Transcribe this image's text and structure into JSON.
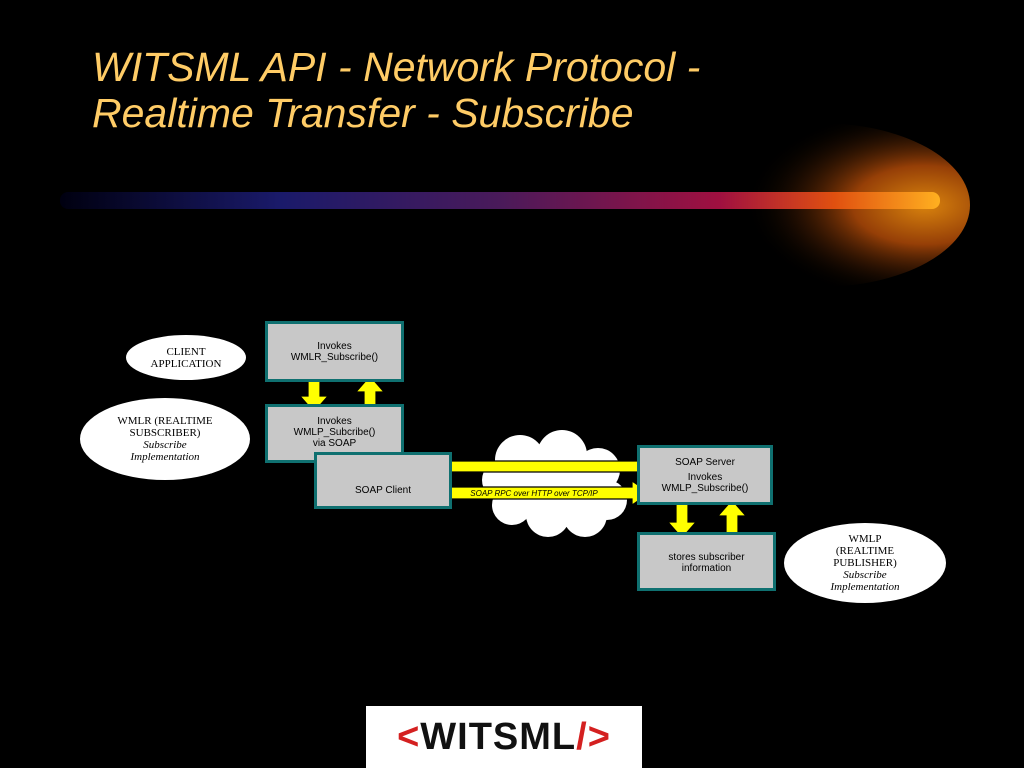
{
  "slide": {
    "title_line1": "WITSML API - Network Protocol -",
    "title_line2": "Realtime Transfer - Subscribe"
  },
  "ovals": {
    "client_app": {
      "line1": "CLIENT",
      "line2": "APPLICATION"
    },
    "wmlr": {
      "line1": "WMLR (REALTIME",
      "line2": "SUBSCRIBER)",
      "line3": "Subscribe",
      "line4": "Implementation"
    },
    "wmlp": {
      "line1": "WMLP",
      "line2": "(REALTIME",
      "line3": "PUBLISHER)",
      "line4": "Subscribe",
      "line5": "Implementation"
    }
  },
  "boxes": {
    "invokes_wmlr": {
      "line1": "Invokes",
      "line2": "WMLR_Subscribe()"
    },
    "invokes_wmlp_soap": {
      "line1": "Invokes",
      "line2": "WMLP_Subcribe()",
      "line3": "via SOAP"
    },
    "soap_client": {
      "line1": "SOAP Client"
    },
    "soap_server": {
      "line1": "SOAP Server",
      "line2": "Invokes",
      "line3": "WMLP_Subscribe()"
    },
    "stores": {
      "line1": "stores subscriber",
      "line2": "information"
    }
  },
  "protocol_label": "SOAP RPC over HTTP over TCP/IP",
  "logo": {
    "open": "<",
    "name": "WITSML",
    "close": "/>"
  },
  "colors": {
    "title": "#ffcc66",
    "arrow_fill": "#ffff00",
    "box_fill": "#c8c8c8",
    "box_border": "#0f7070"
  }
}
